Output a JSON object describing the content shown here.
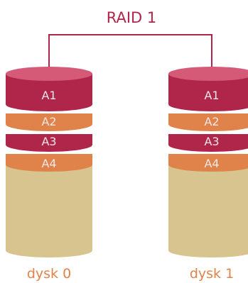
{
  "title": "RAID 1",
  "colors": {
    "crimson": "#b0264a",
    "crimson_top": "#d55a78",
    "orange": "#e0834a",
    "tan": "#d8c48e",
    "tan_dark": "#c9b27a",
    "connector": "#b0264a",
    "block_text": "#f6e6e6",
    "disk_label": "#e0834a",
    "title_text": "#b0264a"
  },
  "disks": [
    {
      "label": "dysk 0",
      "blocks": [
        "A1",
        "A2",
        "A3",
        "A4"
      ]
    },
    {
      "label": "dysk 1",
      "blocks": [
        "A1",
        "A2",
        "A3",
        "A4"
      ]
    }
  ]
}
